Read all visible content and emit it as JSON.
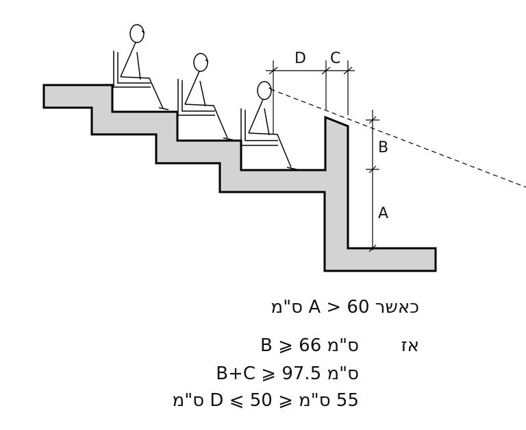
{
  "labels": {
    "A": "A",
    "B": "B",
    "C": "C",
    "D": "D"
  },
  "conditions": {
    "line1": "כאשר A > 60 ס\"מ",
    "line2_then": "אז",
    "line2": "B ⩾ 66 ס\"מ",
    "line3": "B+C ⩾ 97.5 ס\"מ",
    "line4": "55 ס\"מ ⩽ D ⩽ 50 ס\"מ"
  },
  "colors": {
    "concrete": "#d3d3d3",
    "stroke": "#000000"
  }
}
